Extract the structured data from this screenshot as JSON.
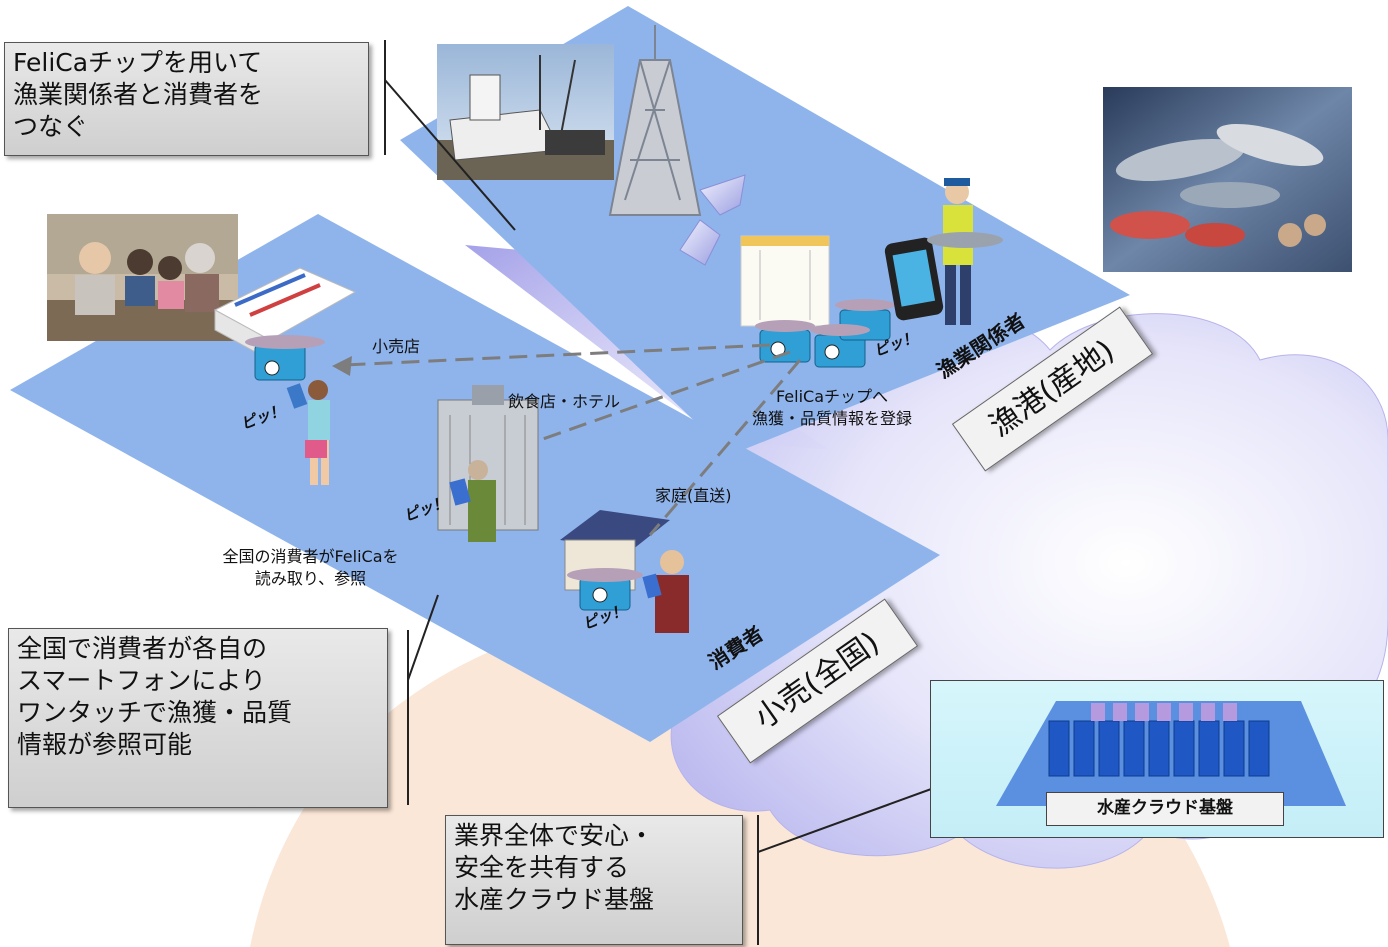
{
  "callouts": {
    "top_left": "FeliCaチップを用いて\n漁業関係者と消費者を\nつなぐ",
    "bottom_left": "全国で消費者が各自の\nスマートフォンにより\nワンタッチで漁獲・品質\n情報が参照可能",
    "bottom_center": "業界全体で安心・\n安全を共有する\n水産クラウド基盤"
  },
  "regions": {
    "port_label": "漁港(産地)",
    "retail_label": "小売(全国)",
    "fishers_label": "漁業関係者",
    "consumers_label": "消費者"
  },
  "flow_labels": {
    "shop": "小売店",
    "restaurant": "飲食店・ホテル",
    "home": "家庭(直送)",
    "register": "FeliCaチップへ\n漁獲・品質情報を登録",
    "consumer_read": "全国の消費者がFeliCaを\n読み取り、参照"
  },
  "sound_effect": "ピッ！",
  "cloud_platform": {
    "label": "水産クラウド基盤"
  },
  "colors": {
    "plane_blue": "#8fb4ec",
    "cloud_lavender": "#d4d2f5",
    "peach_bg": "#fbe7d8",
    "server_blue": "#2f6fd6"
  }
}
